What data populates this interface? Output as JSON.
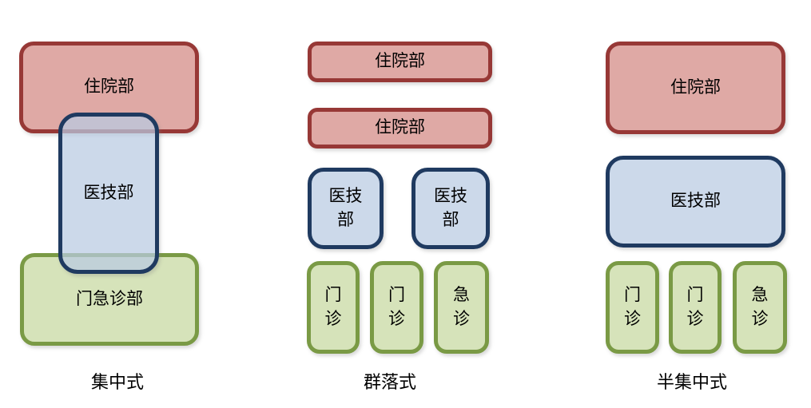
{
  "groups": [
    {
      "caption": "集中式",
      "boxes": [
        {
          "label": "住院部",
          "type": "inpatient"
        },
        {
          "label": "医技部",
          "type": "medtech"
        },
        {
          "label": "门急诊部",
          "type": "outpatient-emergency"
        }
      ]
    },
    {
      "caption": "群落式",
      "boxes": [
        {
          "label": "住院部",
          "type": "inpatient"
        },
        {
          "label": "住院部",
          "type": "inpatient"
        },
        {
          "label": "医技部",
          "type": "medtech"
        },
        {
          "label": "医技部",
          "type": "medtech"
        },
        {
          "label": "门诊",
          "type": "outpatient"
        },
        {
          "label": "门诊",
          "type": "outpatient"
        },
        {
          "label": "急诊",
          "type": "emergency"
        }
      ]
    },
    {
      "caption": "半集中式",
      "boxes": [
        {
          "label": "住院部",
          "type": "inpatient"
        },
        {
          "label": "医技部",
          "type": "medtech"
        },
        {
          "label": "门诊",
          "type": "outpatient"
        },
        {
          "label": "门诊",
          "type": "outpatient"
        },
        {
          "label": "急诊",
          "type": "emergency"
        }
      ]
    }
  ],
  "colors": {
    "inpatient_fill": "#dfa9a5",
    "inpatient_border": "#973836",
    "medtech_fill": "rgba(184,202,226,0.72)",
    "medtech_border": "#1f3a60",
    "outpatient_fill": "#d6e3ba",
    "outpatient_border": "#7a9a45"
  }
}
